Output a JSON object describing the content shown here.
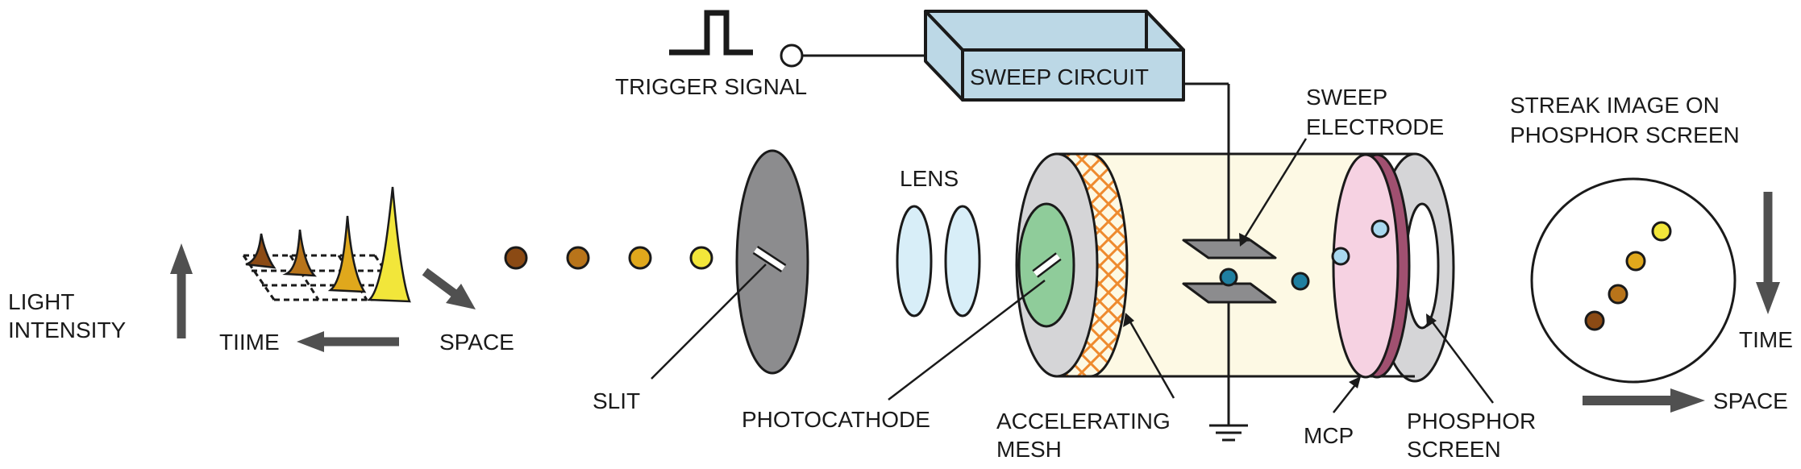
{
  "labels": {
    "trigger_signal": "TRIGGER SIGNAL",
    "sweep_circuit": "SWEEP CIRCUIT",
    "sweep_electrode_line1": "SWEEP",
    "sweep_electrode_line2": "ELECTRODE",
    "streak_image_line1": "STREAK IMAGE ON",
    "streak_image_line2": "PHOSPHOR SCREEN",
    "lens": "LENS",
    "light_intensity_line1": "LIGHT",
    "light_intensity_line2": "INTENSITY",
    "time_left": "TIIME",
    "space_left": "SPACE",
    "slit": "SLIT",
    "photocathode": "PHOTOCATHODE",
    "accelerating_mesh_line1": "ACCELERATING",
    "accelerating_mesh_line2": "MESH",
    "mcp": "MCP",
    "phosphor_screen_line1": "PHOSPHOR",
    "phosphor_screen_line2": "SCREEN",
    "time_right": "TIME",
    "space_right": "SPACE"
  },
  "colors": {
    "pulse_1": "#8b4a14",
    "pulse_2": "#b8741a",
    "pulse_3": "#e0a81c",
    "pulse_4": "#f2e63a",
    "sweep_circuit_box": "#bcd8e6",
    "tube_body": "#fdf9e4",
    "photocathode": "#8fcc9a",
    "lens": "#d8eef8",
    "mcp": "#f6d2e2",
    "mesh": "#ee8a2e",
    "electron": "#1f7fa0",
    "slit_disk": "#8c8c8e",
    "arrow": "#505050"
  }
}
